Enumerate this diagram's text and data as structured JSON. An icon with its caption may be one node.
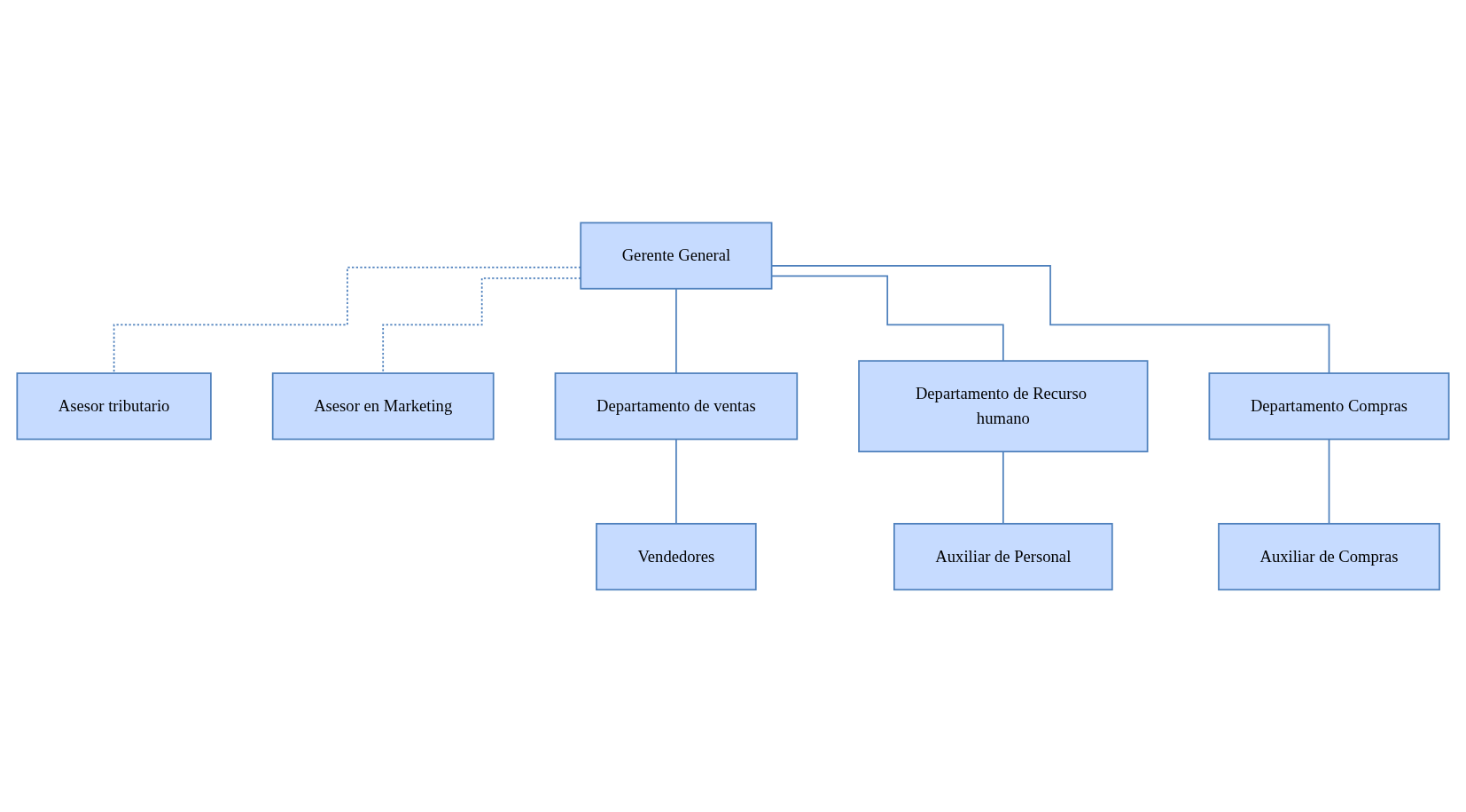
{
  "diagram": {
    "nodes": [
      {
        "text": [
          "Gerente General"
        ]
      },
      {
        "text": [
          "Asesor tributario"
        ]
      },
      {
        "text": [
          "Asesor en Marketing"
        ]
      },
      {
        "text": [
          "Departamento de ventas"
        ]
      },
      {
        "text": [
          "Departamento de Recurso humano"
        ]
      },
      {
        "text": [
          "Departamento Compras"
        ]
      },
      {
        "text": [
          "Vendedores"
        ]
      },
      {
        "text": [
          "Auxiliar de Personal"
        ]
      },
      {
        "text": [
          "Auxiliar de Compras"
        ]
      }
    ],
    "edges": [
      {
        "from": 0,
        "to": 1,
        "arrow": "none",
        "style": "dashed"
      },
      {
        "from": 0,
        "to": 2,
        "arrow": "none",
        "style": "dashed"
      },
      {
        "from": 0,
        "to": 3,
        "arrow": "none"
      },
      {
        "from": 0,
        "to": 4,
        "arrow": "none"
      },
      {
        "from": 0,
        "to": 5,
        "arrow": "none"
      },
      {
        "from": 3,
        "to": 6,
        "arrow": "none"
      },
      {
        "from": 4,
        "to": 7,
        "arrow": "none"
      },
      {
        "from": 5,
        "to": 8,
        "arrow": "none"
      }
    ]
  }
}
